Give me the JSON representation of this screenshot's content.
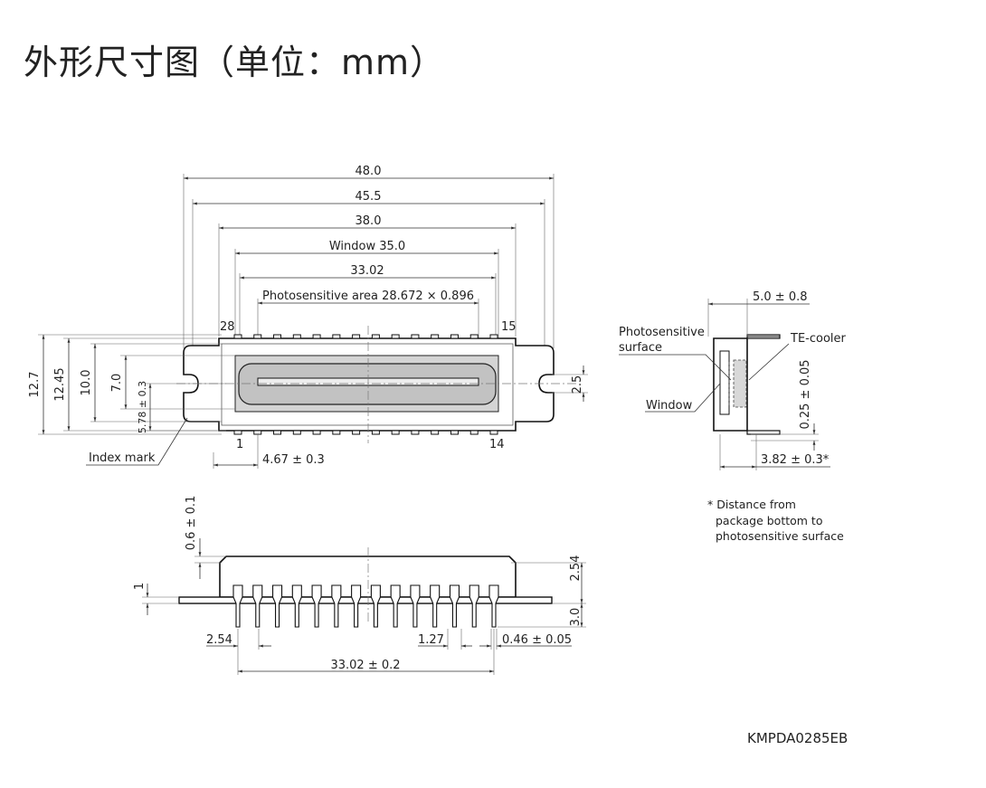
{
  "title": "外形尺寸图（单位：mm）",
  "drawing_code": "KMPDA0285EB",
  "top_view": {
    "dims_horizontal": {
      "overall": "48.0",
      "ears": "45.5",
      "body": "38.0",
      "window": "Window 35.0",
      "pin_span": "33.02",
      "photosensitive_area": "Photosensitive area 28.672 × 0.896",
      "pin1_offset": "4.67 ± 0.3"
    },
    "dims_vertical": {
      "overall": "12.7",
      "body": "12.45",
      "window": "10.0",
      "window_inner": "7.0",
      "area_offset": "5.78 ± 0.3",
      "slot": "2.5"
    },
    "pin_labels": {
      "p28": "28",
      "p15": "15",
      "p1": "1",
      "p14": "14"
    },
    "index_mark": "Index mark"
  },
  "side_view": {
    "cooler_dim": "5.0 ± 0.8",
    "photosensitive_surface": [
      "Photosensitive",
      "surface"
    ],
    "te_cooler": "TE-cooler",
    "window": "Window",
    "gap": "0.25 ± 0.05",
    "surface_height": "3.82 ± 0.3*"
  },
  "footnote": [
    "* Distance from",
    "package bottom to",
    "photosensitive surface"
  ],
  "front_view": {
    "window_thickness": "0.6 ± 0.1",
    "flange": "1",
    "body_height": "2.54",
    "lead_length": "3.0",
    "pitch": "2.54",
    "pitch_half": "1.27",
    "lead_width": "0.46 ± 0.05",
    "pin_span": "33.02 ± 0.2"
  }
}
